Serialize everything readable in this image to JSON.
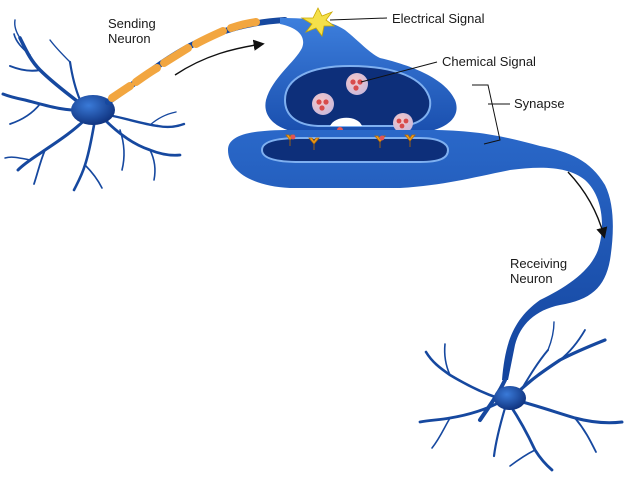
{
  "labels": {
    "sending_neuron": "Sending\nNeuron",
    "electrical_signal": "Electrical Signal",
    "chemical_signal": "Chemical Signal",
    "synapse": "Synapse",
    "receiving_neuron": "Receiving\nNeuron"
  },
  "colors": {
    "neuron_blue": "#1f5fbf",
    "neuron_dark": "#0d2f7a",
    "neuron_light": "#5a95e6",
    "myelin": "#f2a640",
    "vesicle": "#e06060",
    "receptor": "#f0a020",
    "spark": "#f5e04a"
  }
}
